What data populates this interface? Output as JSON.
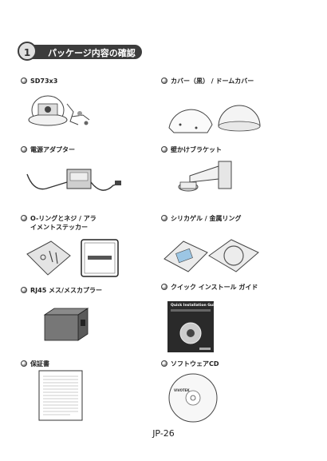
{
  "header": {
    "number": "1",
    "title": "パッケージ内容の確認"
  },
  "items": [
    {
      "label": "SD73x3",
      "icon": "camera-dome-icon"
    },
    {
      "label": "カバー（黒） / ドームカバー",
      "icon": "dome-cover-icon"
    },
    {
      "label": "電源アダプター",
      "icon": "power-adapter-icon"
    },
    {
      "label": "壁かけブラケット",
      "icon": "wall-bracket-icon"
    },
    {
      "label": "O-リングとネジ / アラ\nイメントステッカー",
      "icon": "screws-sticker-icon"
    },
    {
      "label": "シリカゲル / 金属リング",
      "icon": "silica-gel-icon"
    },
    {
      "label": "RJ45 メス/メスカプラー",
      "icon": "rj45-coupler-icon"
    },
    {
      "label": "クイック インストール ガイド",
      "icon": "quick-guide-icon"
    },
    {
      "label": "保証書",
      "icon": "warranty-card-icon"
    },
    {
      "label": "ソフトウェアCD",
      "icon": "software-cd-icon"
    }
  ],
  "guide_title": "Quick Installation Guide",
  "cd_label": "VIVOTEK",
  "page_number": "JP-26"
}
